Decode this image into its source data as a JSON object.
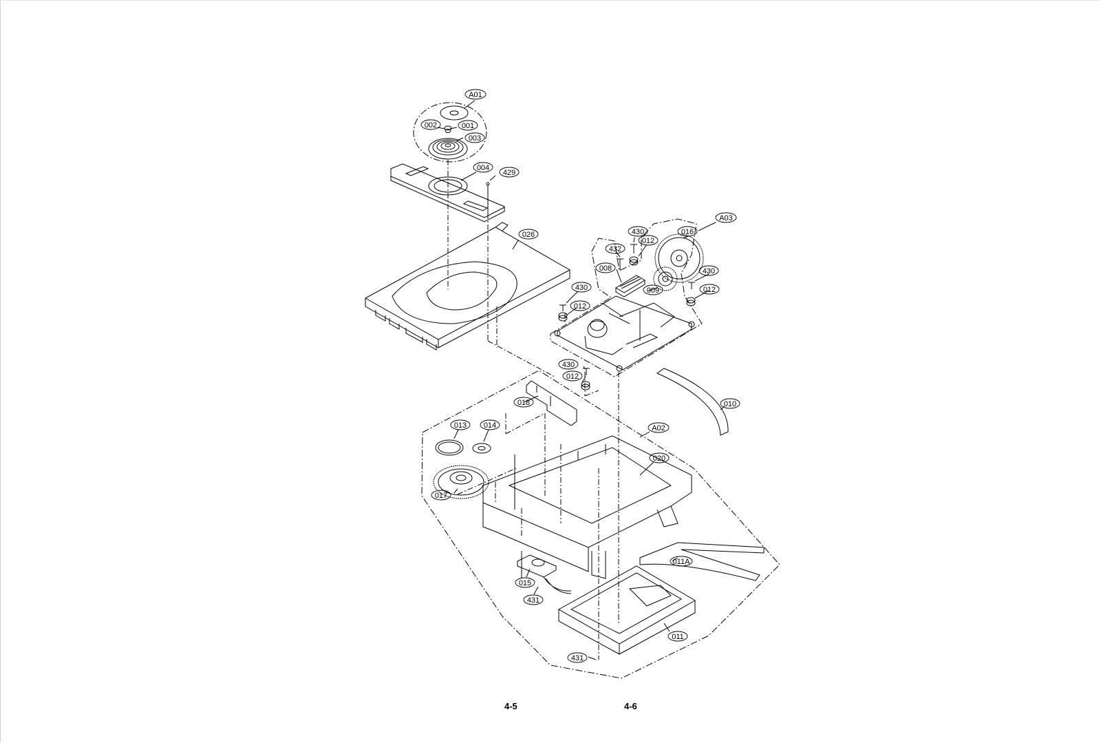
{
  "diagram": {
    "labels": [
      {
        "id": "A01",
        "text": "A01"
      },
      {
        "id": "002",
        "text": "002"
      },
      {
        "id": "001",
        "text": "001"
      },
      {
        "id": "003",
        "text": "003"
      },
      {
        "id": "004",
        "text": "004"
      },
      {
        "id": "429",
        "text": "429"
      },
      {
        "id": "026",
        "text": "026"
      },
      {
        "id": "A03",
        "text": "A03"
      },
      {
        "id": "430a",
        "text": "430"
      },
      {
        "id": "012a",
        "text": "012"
      },
      {
        "id": "016",
        "text": "016"
      },
      {
        "id": "432",
        "text": "432"
      },
      {
        "id": "008",
        "text": "008"
      },
      {
        "id": "430b",
        "text": "430"
      },
      {
        "id": "012b",
        "text": "012"
      },
      {
        "id": "009",
        "text": "009"
      },
      {
        "id": "430c",
        "text": "430"
      },
      {
        "id": "012c",
        "text": "012"
      },
      {
        "id": "430d",
        "text": "430"
      },
      {
        "id": "012d",
        "text": "012"
      },
      {
        "id": "018",
        "text": "018"
      },
      {
        "id": "010",
        "text": "010"
      },
      {
        "id": "013",
        "text": "013"
      },
      {
        "id": "014",
        "text": "014"
      },
      {
        "id": "A02",
        "text": "A02"
      },
      {
        "id": "020",
        "text": "020"
      },
      {
        "id": "017",
        "text": "017"
      },
      {
        "id": "011A",
        "text": "011A"
      },
      {
        "id": "015",
        "text": "015"
      },
      {
        "id": "431a",
        "text": "431"
      },
      {
        "id": "011",
        "text": "011"
      },
      {
        "id": "431b",
        "text": "431"
      }
    ]
  },
  "footer": {
    "left_page": "4-5",
    "right_page": "4-6"
  }
}
